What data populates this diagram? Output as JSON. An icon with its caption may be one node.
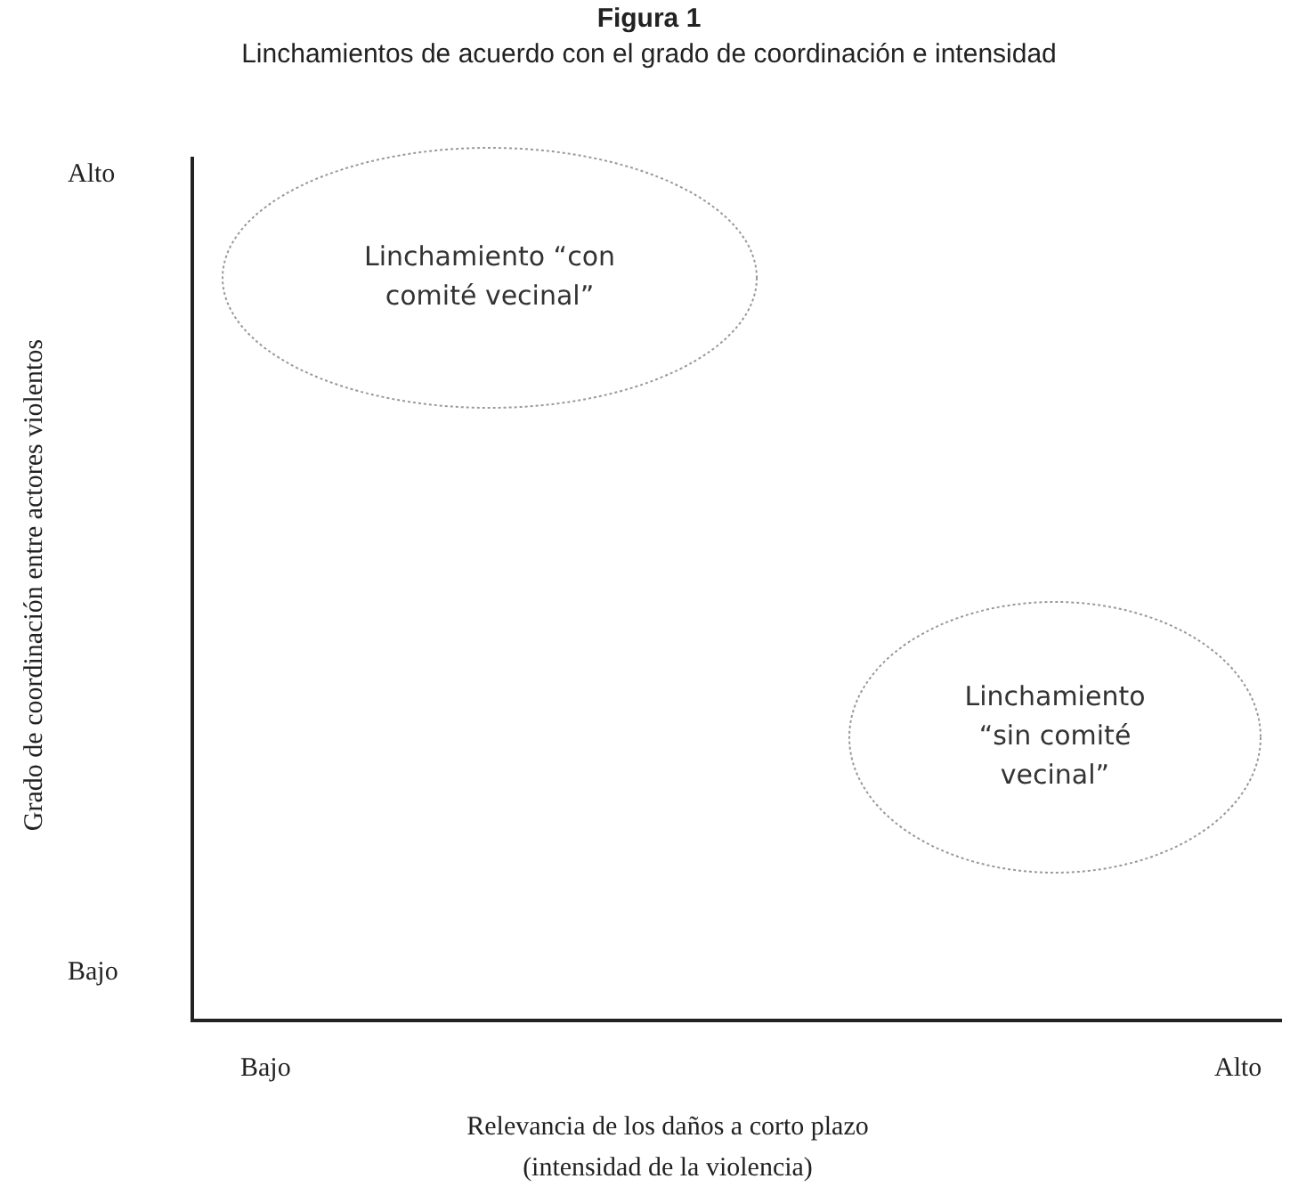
{
  "diagram": {
    "title": "Figura 1",
    "nodes": [
      {
        "text": [
          "Linchamiento “con comité vecinal”"
        ]
      },
      {
        "text": [
          "Linchamiento “sin comité vecinal”"
        ]
      }
    ],
    "labels": [
      "Linchamientos de acuerdo con el grado de coordinación e intensidad",
      "Alto",
      "Grado de coordinación entre actores violentos",
      "Bajo",
      "Bajo",
      "Alto",
      "Relevancia de los daños a corto plazo (intensidad de la violencia)"
    ]
  }
}
